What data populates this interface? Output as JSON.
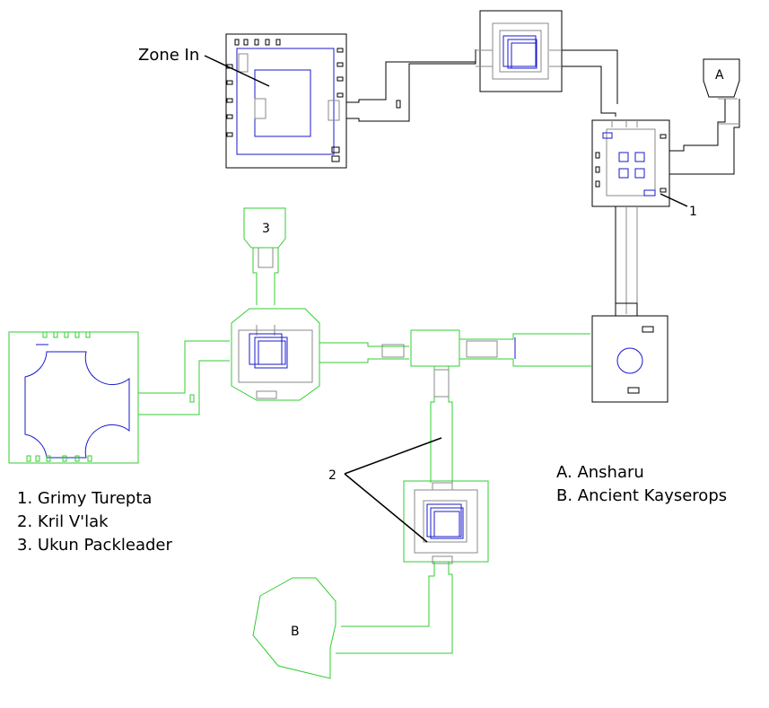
{
  "map": {
    "callouts": {
      "zone_in": "Zone In",
      "marker_1": "1",
      "marker_2": "2",
      "marker_3": "3",
      "marker_a": "A",
      "marker_b": "B"
    },
    "legend_named": [
      "1. Grimy Turepta",
      "2. Kril V'lak",
      "3. Ukun Packleader"
    ],
    "legend_lettered": [
      "A. Ansharu",
      "B. Ancient Kayserops"
    ],
    "colors": {
      "upper_level": "#000000",
      "lower_level": "#33cc33",
      "feature": "#1a1acc",
      "stairs": "#888888"
    }
  }
}
